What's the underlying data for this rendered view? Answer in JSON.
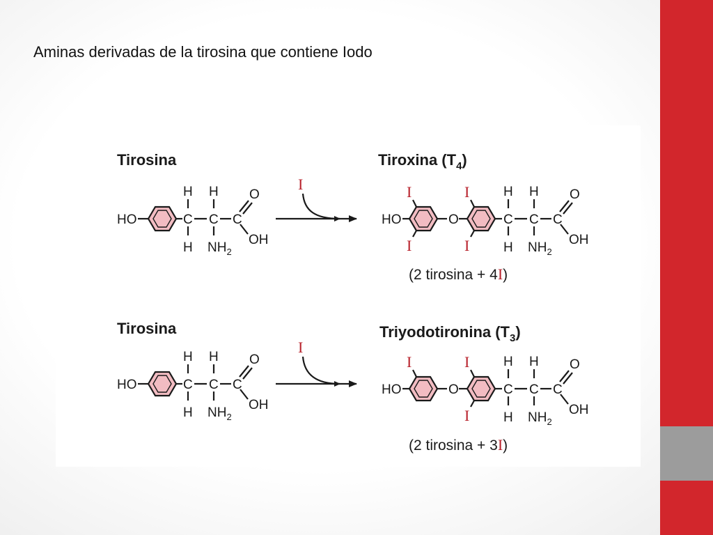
{
  "slide": {
    "title": "Aminas derivadas de la tirosina que contiene Iodo"
  },
  "colors": {
    "accent_red": "#d2262c",
    "accent_gray": "#9c9c9c",
    "iodine": "#b8212b",
    "ring_fill": "#f2bcc2"
  },
  "reactions": [
    {
      "reactant": "Tirosina",
      "product_name": "Tiroxina (T",
      "product_sub": "4",
      "equation_prefix": "(2 tirosina + 4",
      "equation_suffix": ")"
    },
    {
      "reactant": "Tirosina",
      "product_name": "Triyodotironina (T",
      "product_sub": "3",
      "equation_prefix": "(2 tirosina + 3",
      "equation_suffix": ")"
    }
  ],
  "labels": {
    "ho": "HO",
    "h": "H",
    "c": "C",
    "o": "O",
    "oh": "OH",
    "nh": "NH",
    "nh_sub": "2",
    "iodine": "I"
  }
}
